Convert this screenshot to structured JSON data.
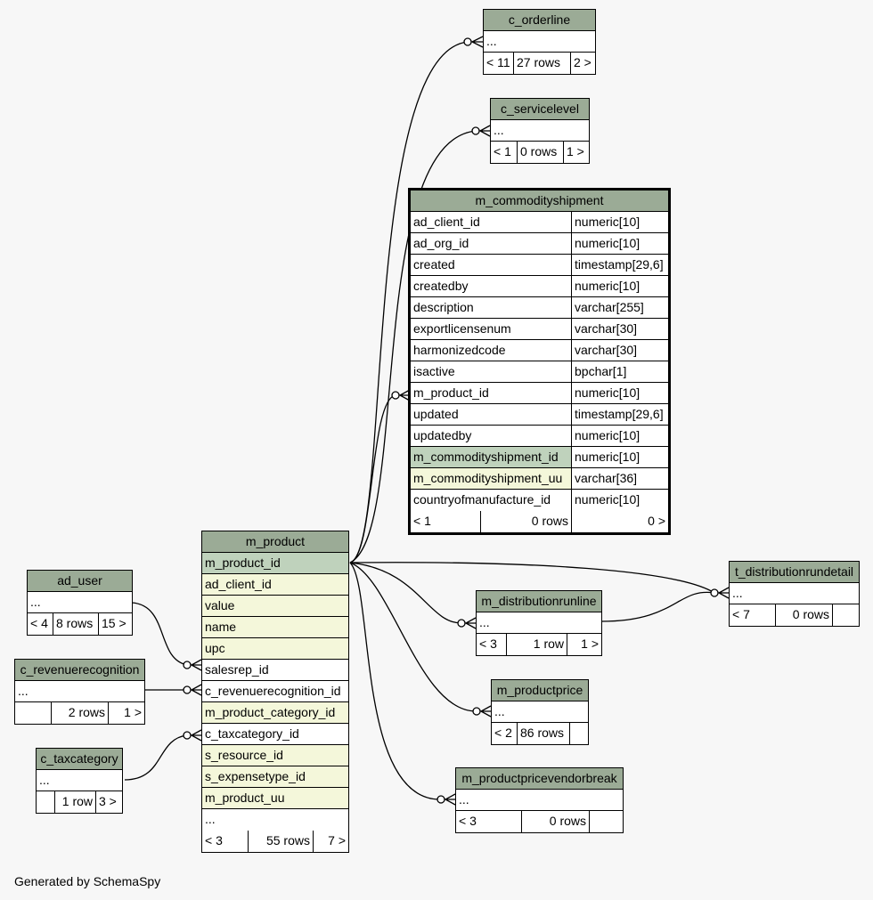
{
  "credit": "Generated by SchemaSpy",
  "tables": {
    "c_orderline": {
      "title": "c_orderline",
      "rows": [
        "..."
      ],
      "foot": [
        "< 11",
        "27 rows",
        "2 >"
      ]
    },
    "c_servicelevel": {
      "title": "c_servicelevel",
      "rows": [
        "..."
      ],
      "foot": [
        "< 1",
        "0 rows",
        "1 >"
      ]
    },
    "m_commodityshipment": {
      "title": "m_commodityshipment",
      "columns": [
        {
          "name": "ad_client_id",
          "type": "numeric[10]"
        },
        {
          "name": "ad_org_id",
          "type": "numeric[10]"
        },
        {
          "name": "created",
          "type": "timestamp[29,6]"
        },
        {
          "name": "createdby",
          "type": "numeric[10]"
        },
        {
          "name": "description",
          "type": "varchar[255]"
        },
        {
          "name": "exportlicensenum",
          "type": "varchar[30]"
        },
        {
          "name": "harmonizedcode",
          "type": "varchar[30]"
        },
        {
          "name": "isactive",
          "type": "bpchar[1]"
        },
        {
          "name": "m_product_id",
          "type": "numeric[10]"
        },
        {
          "name": "updated",
          "type": "timestamp[29,6]"
        },
        {
          "name": "updatedby",
          "type": "numeric[10]"
        },
        {
          "name": "m_commodityshipment_id",
          "type": "numeric[10]"
        },
        {
          "name": "m_commodityshipment_uu",
          "type": "varchar[36]"
        },
        {
          "name": "countryofmanufacture_id",
          "type": "numeric[10]"
        }
      ],
      "foot": [
        "< 1",
        "0 rows",
        "0 >"
      ]
    },
    "m_product": {
      "title": "m_product",
      "rows": [
        "m_product_id",
        "ad_client_id",
        "value",
        "name",
        "upc",
        "salesrep_id",
        "c_revenuerecognition_id",
        "m_product_category_id",
        "c_taxcategory_id",
        "s_resource_id",
        "s_expensetype_id",
        "m_product_uu",
        "..."
      ],
      "foot": [
        "< 3",
        "55 rows",
        "7 >"
      ]
    },
    "ad_user": {
      "title": "ad_user",
      "rows": [
        "..."
      ],
      "foot": [
        "< 4",
        "8 rows",
        "15 >"
      ]
    },
    "c_revenuerecognition": {
      "title": "c_revenuerecognition",
      "rows": [
        "..."
      ],
      "foot": [
        "",
        "2 rows",
        "1 >"
      ]
    },
    "c_taxcategory": {
      "title": "c_taxcategory",
      "rows": [
        "..."
      ],
      "foot": [
        "",
        "1 row",
        "3 >"
      ]
    },
    "t_distributionrundetail": {
      "title": "t_distributionrundetail",
      "rows": [
        "..."
      ],
      "foot": [
        "< 7",
        "0 rows",
        ""
      ]
    },
    "m_distributionrunline": {
      "title": "m_distributionrunline",
      "rows": [
        "..."
      ],
      "foot": [
        "< 3",
        "1 row",
        "1 >"
      ]
    },
    "m_productprice": {
      "title": "m_productprice",
      "rows": [
        "..."
      ],
      "foot": [
        "< 2",
        "86 rows",
        ""
      ]
    },
    "m_productpricevendorbreak": {
      "title": "m_productpricevendorbreak",
      "rows": [
        "..."
      ],
      "foot": [
        "< 3",
        "0 rows",
        ""
      ]
    }
  }
}
